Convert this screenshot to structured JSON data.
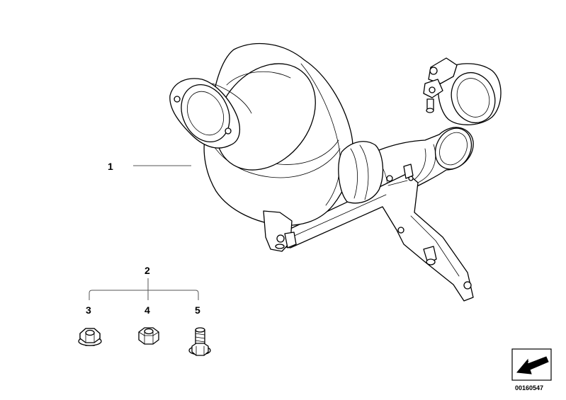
{
  "callouts": [
    {
      "label": "1"
    },
    {
      "label": "2"
    },
    {
      "label": "3"
    },
    {
      "label": "4"
    },
    {
      "label": "5"
    }
  ],
  "diagram_code": "00160547"
}
